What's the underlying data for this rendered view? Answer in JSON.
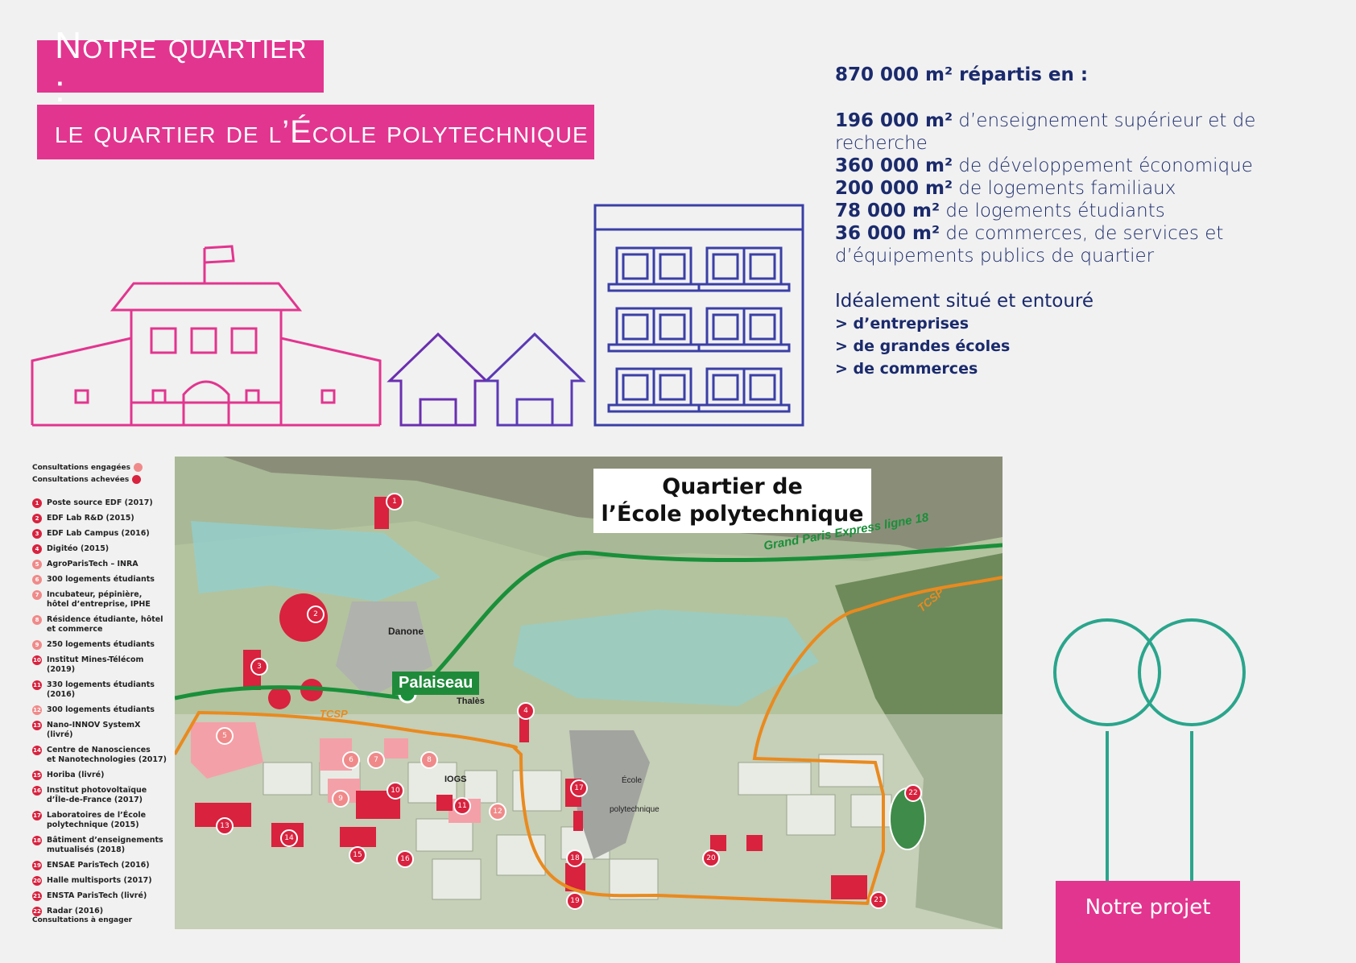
{
  "titles": {
    "line1": "Notre quartier :",
    "line2": "le quartier de l’École polytechnique"
  },
  "stats": {
    "heading": "870 000 m² répartis en :",
    "lines": [
      {
        "value": "196 000 m²",
        "text": " d’enseignement supérieur et de recherche"
      },
      {
        "value": "360 000 m²",
        "text": " de développement économique"
      },
      {
        "value": "200 000 m²",
        "text": " de logements familiaux"
      },
      {
        "value": "78 000 m²",
        "text": " de logements étudiants"
      },
      {
        "value": "36 000 m²",
        "text": " de commerces, de services et d’équipements publics de quartier"
      }
    ],
    "intro": "Idéalement situé et entouré",
    "bullets": [
      "> d’entreprises",
      "> de grandes écoles",
      "> de commerces"
    ]
  },
  "legend": {
    "engaged": "Consultations engagées",
    "completed": "Consultations achevées",
    "items": [
      {
        "n": "1",
        "label": "Poste source EDF (2017)",
        "status": "done"
      },
      {
        "n": "2",
        "label": "EDF Lab R&D (2015)",
        "status": "done"
      },
      {
        "n": "3",
        "label": "EDF Lab Campus (2016)",
        "status": "done"
      },
      {
        "n": "4",
        "label": "Digitéo (2015)",
        "status": "done"
      },
      {
        "n": "5",
        "label": "AgroParisTech – INRA",
        "status": "engaged"
      },
      {
        "n": "6",
        "label": "300 logements étudiants",
        "status": "engaged"
      },
      {
        "n": "7",
        "label": "Incubateur, pépinière,\nhôtel d’entreprise, IPHE",
        "status": "engaged"
      },
      {
        "n": "8",
        "label": "Résidence étudiante, hôtel\net commerce",
        "status": "engaged"
      },
      {
        "n": "9",
        "label": "250 logements étudiants",
        "status": "engaged"
      },
      {
        "n": "10",
        "label": "Institut Mines-Télécom (2019)",
        "status": "done"
      },
      {
        "n": "11",
        "label": "330 logements étudiants (2016)",
        "status": "done"
      },
      {
        "n": "12",
        "label": "300 logements étudiants",
        "status": "engaged"
      },
      {
        "n": "13",
        "label": "Nano-INNOV SystemX (livré)",
        "status": "done"
      },
      {
        "n": "14",
        "label": "Centre de Nanosciences\net Nanotechnologies (2017)",
        "status": "done"
      },
      {
        "n": "15",
        "label": "Horiba (livré)",
        "status": "done"
      },
      {
        "n": "16",
        "label": "Institut photovoltaïque\nd’Île-de-France (2017)",
        "status": "done"
      },
      {
        "n": "17",
        "label": "Laboratoires de l’École\npolytechnique (2015)",
        "status": "done"
      },
      {
        "n": "18",
        "label": "Bâtiment d’enseignements\nmutualisés (2018)",
        "status": "done"
      },
      {
        "n": "19",
        "label": "ENSAE ParisTech (2016)",
        "status": "done"
      },
      {
        "n": "20",
        "label": "Halle multisports (2017)",
        "status": "done"
      },
      {
        "n": "21",
        "label": "ENSTA ParisTech (livré)",
        "status": "done"
      },
      {
        "n": "22",
        "label": "Radar (2016)",
        "status": "done"
      }
    ],
    "footer": "Consultations à engager"
  },
  "map": {
    "title": "Quartier de\nl’École polytechnique",
    "station": "Palaiseau",
    "line18": "Grand Paris Express ligne 18",
    "tcsp": "TCSP",
    "danone": "Danone",
    "thales": "Thalès",
    "iogs": "IOGS",
    "ecole": "École",
    "polytechnique": "polytechnique"
  },
  "project_button": "Notre projet",
  "colors": {
    "pink": "#e2358f",
    "navy": "#1a2a6c",
    "purple": "#4b3aa6",
    "teal": "#2aa58c",
    "green_line": "#1a8f3a",
    "orange_line": "#e98a1f",
    "marker_red": "#d8223e"
  }
}
